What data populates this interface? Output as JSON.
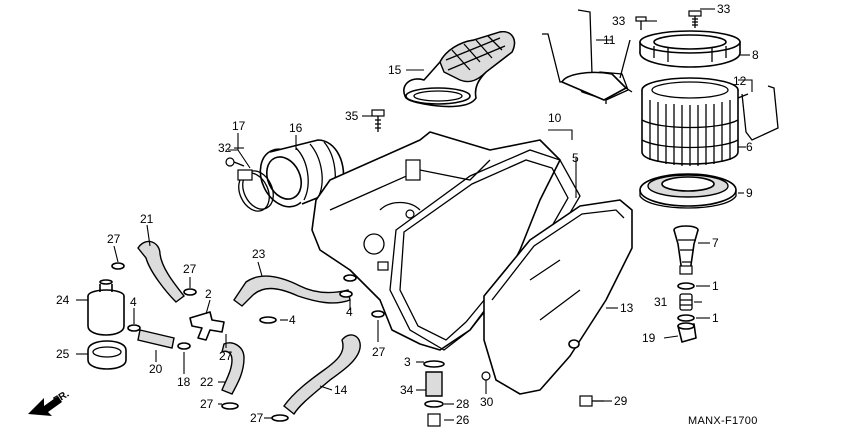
{
  "diagram_code": "MANX-F1700",
  "front_marker": "FR.",
  "callouts": [
    {
      "id": "c33a",
      "text": "33"
    },
    {
      "id": "c33b",
      "text": "33"
    },
    {
      "id": "c11",
      "text": "11"
    },
    {
      "id": "c8",
      "text": "8"
    },
    {
      "id": "c15",
      "text": "15"
    },
    {
      "id": "c12",
      "text": "12"
    },
    {
      "id": "c35",
      "text": "35"
    },
    {
      "id": "c10",
      "text": "10"
    },
    {
      "id": "c17",
      "text": "17"
    },
    {
      "id": "c16",
      "text": "16"
    },
    {
      "id": "c6",
      "text": "6"
    },
    {
      "id": "c5",
      "text": "5"
    },
    {
      "id": "c32",
      "text": "32"
    },
    {
      "id": "c9",
      "text": "9"
    },
    {
      "id": "c21",
      "text": "21"
    },
    {
      "id": "c7",
      "text": "7"
    },
    {
      "id": "c27a",
      "text": "27"
    },
    {
      "id": "c23",
      "text": "23"
    },
    {
      "id": "c27b",
      "text": "27"
    },
    {
      "id": "c1a",
      "text": "1"
    },
    {
      "id": "c2",
      "text": "2"
    },
    {
      "id": "c24",
      "text": "24"
    },
    {
      "id": "c4a",
      "text": "4"
    },
    {
      "id": "c4b",
      "text": "4"
    },
    {
      "id": "c4c",
      "text": "4"
    },
    {
      "id": "c31",
      "text": "31"
    },
    {
      "id": "c13",
      "text": "13"
    },
    {
      "id": "c1b",
      "text": "1"
    },
    {
      "id": "c19",
      "text": "19"
    },
    {
      "id": "c27c",
      "text": "27"
    },
    {
      "id": "c27d",
      "text": "27"
    },
    {
      "id": "c25",
      "text": "25"
    },
    {
      "id": "c20",
      "text": "20"
    },
    {
      "id": "c18",
      "text": "18"
    },
    {
      "id": "c3",
      "text": "3"
    },
    {
      "id": "c22",
      "text": "22"
    },
    {
      "id": "c34",
      "text": "34"
    },
    {
      "id": "c14",
      "text": "14"
    },
    {
      "id": "c29",
      "text": "29"
    },
    {
      "id": "c27e",
      "text": "27"
    },
    {
      "id": "c28",
      "text": "28"
    },
    {
      "id": "c30",
      "text": "30"
    },
    {
      "id": "c27f",
      "text": "27"
    },
    {
      "id": "c26",
      "text": "26"
    }
  ]
}
